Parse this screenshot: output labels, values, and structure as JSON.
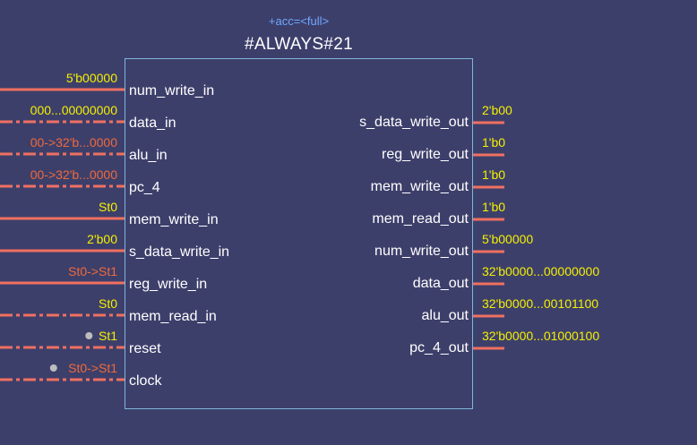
{
  "block": {
    "annotation": "+acc=<full>",
    "title": "#ALWAYS#21"
  },
  "inputs": [
    {
      "name": "num_write_in",
      "value": "5'b00000",
      "value_color": "yellow",
      "bus": true,
      "style": "solid"
    },
    {
      "name": "data_in",
      "value": "000...00000000",
      "value_color": "yellow",
      "bus": true,
      "style": "dashdot"
    },
    {
      "name": "alu_in",
      "value": "00->32'b...0000",
      "value_color": "orange",
      "bus": true,
      "style": "dashdot"
    },
    {
      "name": "pc_4",
      "value": "00->32'b...0000",
      "value_color": "orange",
      "bus": true,
      "style": "dashdot"
    },
    {
      "name": "mem_write_in",
      "value": "St0",
      "value_color": "yellow",
      "bus": false,
      "style": "solid"
    },
    {
      "name": "s_data_write_in",
      "value": "2'b00",
      "value_color": "yellow",
      "bus": true,
      "style": "solid"
    },
    {
      "name": "reg_write_in",
      "value": "St0->St1",
      "value_color": "orange",
      "bus": false,
      "style": "solid"
    },
    {
      "name": "mem_read_in",
      "value": "St0",
      "value_color": "yellow",
      "bus": false,
      "style": "dashdot"
    },
    {
      "name": "reset",
      "value": "St1",
      "value_color": "yellow",
      "bus": false,
      "style": "dashdot",
      "dot": true
    },
    {
      "name": "clock",
      "value": "St0->St1",
      "value_color": "orange",
      "bus": false,
      "style": "dashdot",
      "dot": true
    }
  ],
  "outputs": [
    {
      "name": "s_data_write_out",
      "value": "2'b00",
      "value_color": "yellow"
    },
    {
      "name": "reg_write_out",
      "value": "1'b0",
      "value_color": "yellow"
    },
    {
      "name": "mem_write_out",
      "value": "1'b0",
      "value_color": "yellow"
    },
    {
      "name": "mem_read_out",
      "value": "1'b0",
      "value_color": "yellow"
    },
    {
      "name": "num_write_out",
      "value": "5'b00000",
      "value_color": "yellow"
    },
    {
      "name": "data_out",
      "value": "32'b0000...00000000",
      "value_color": "yellow"
    },
    {
      "name": "alu_out",
      "value": "32'b0000...00101100",
      "value_color": "yellow"
    },
    {
      "name": "pc_4_out",
      "value": "32'b0000...01000100",
      "value_color": "yellow"
    }
  ],
  "colors": {
    "background": "#3d3f6b",
    "box_border": "#7fb6dc",
    "wire": "#f07060",
    "yellow": "#f4f000",
    "orange": "#ef6a3a",
    "dot": "#bdbdbd"
  }
}
